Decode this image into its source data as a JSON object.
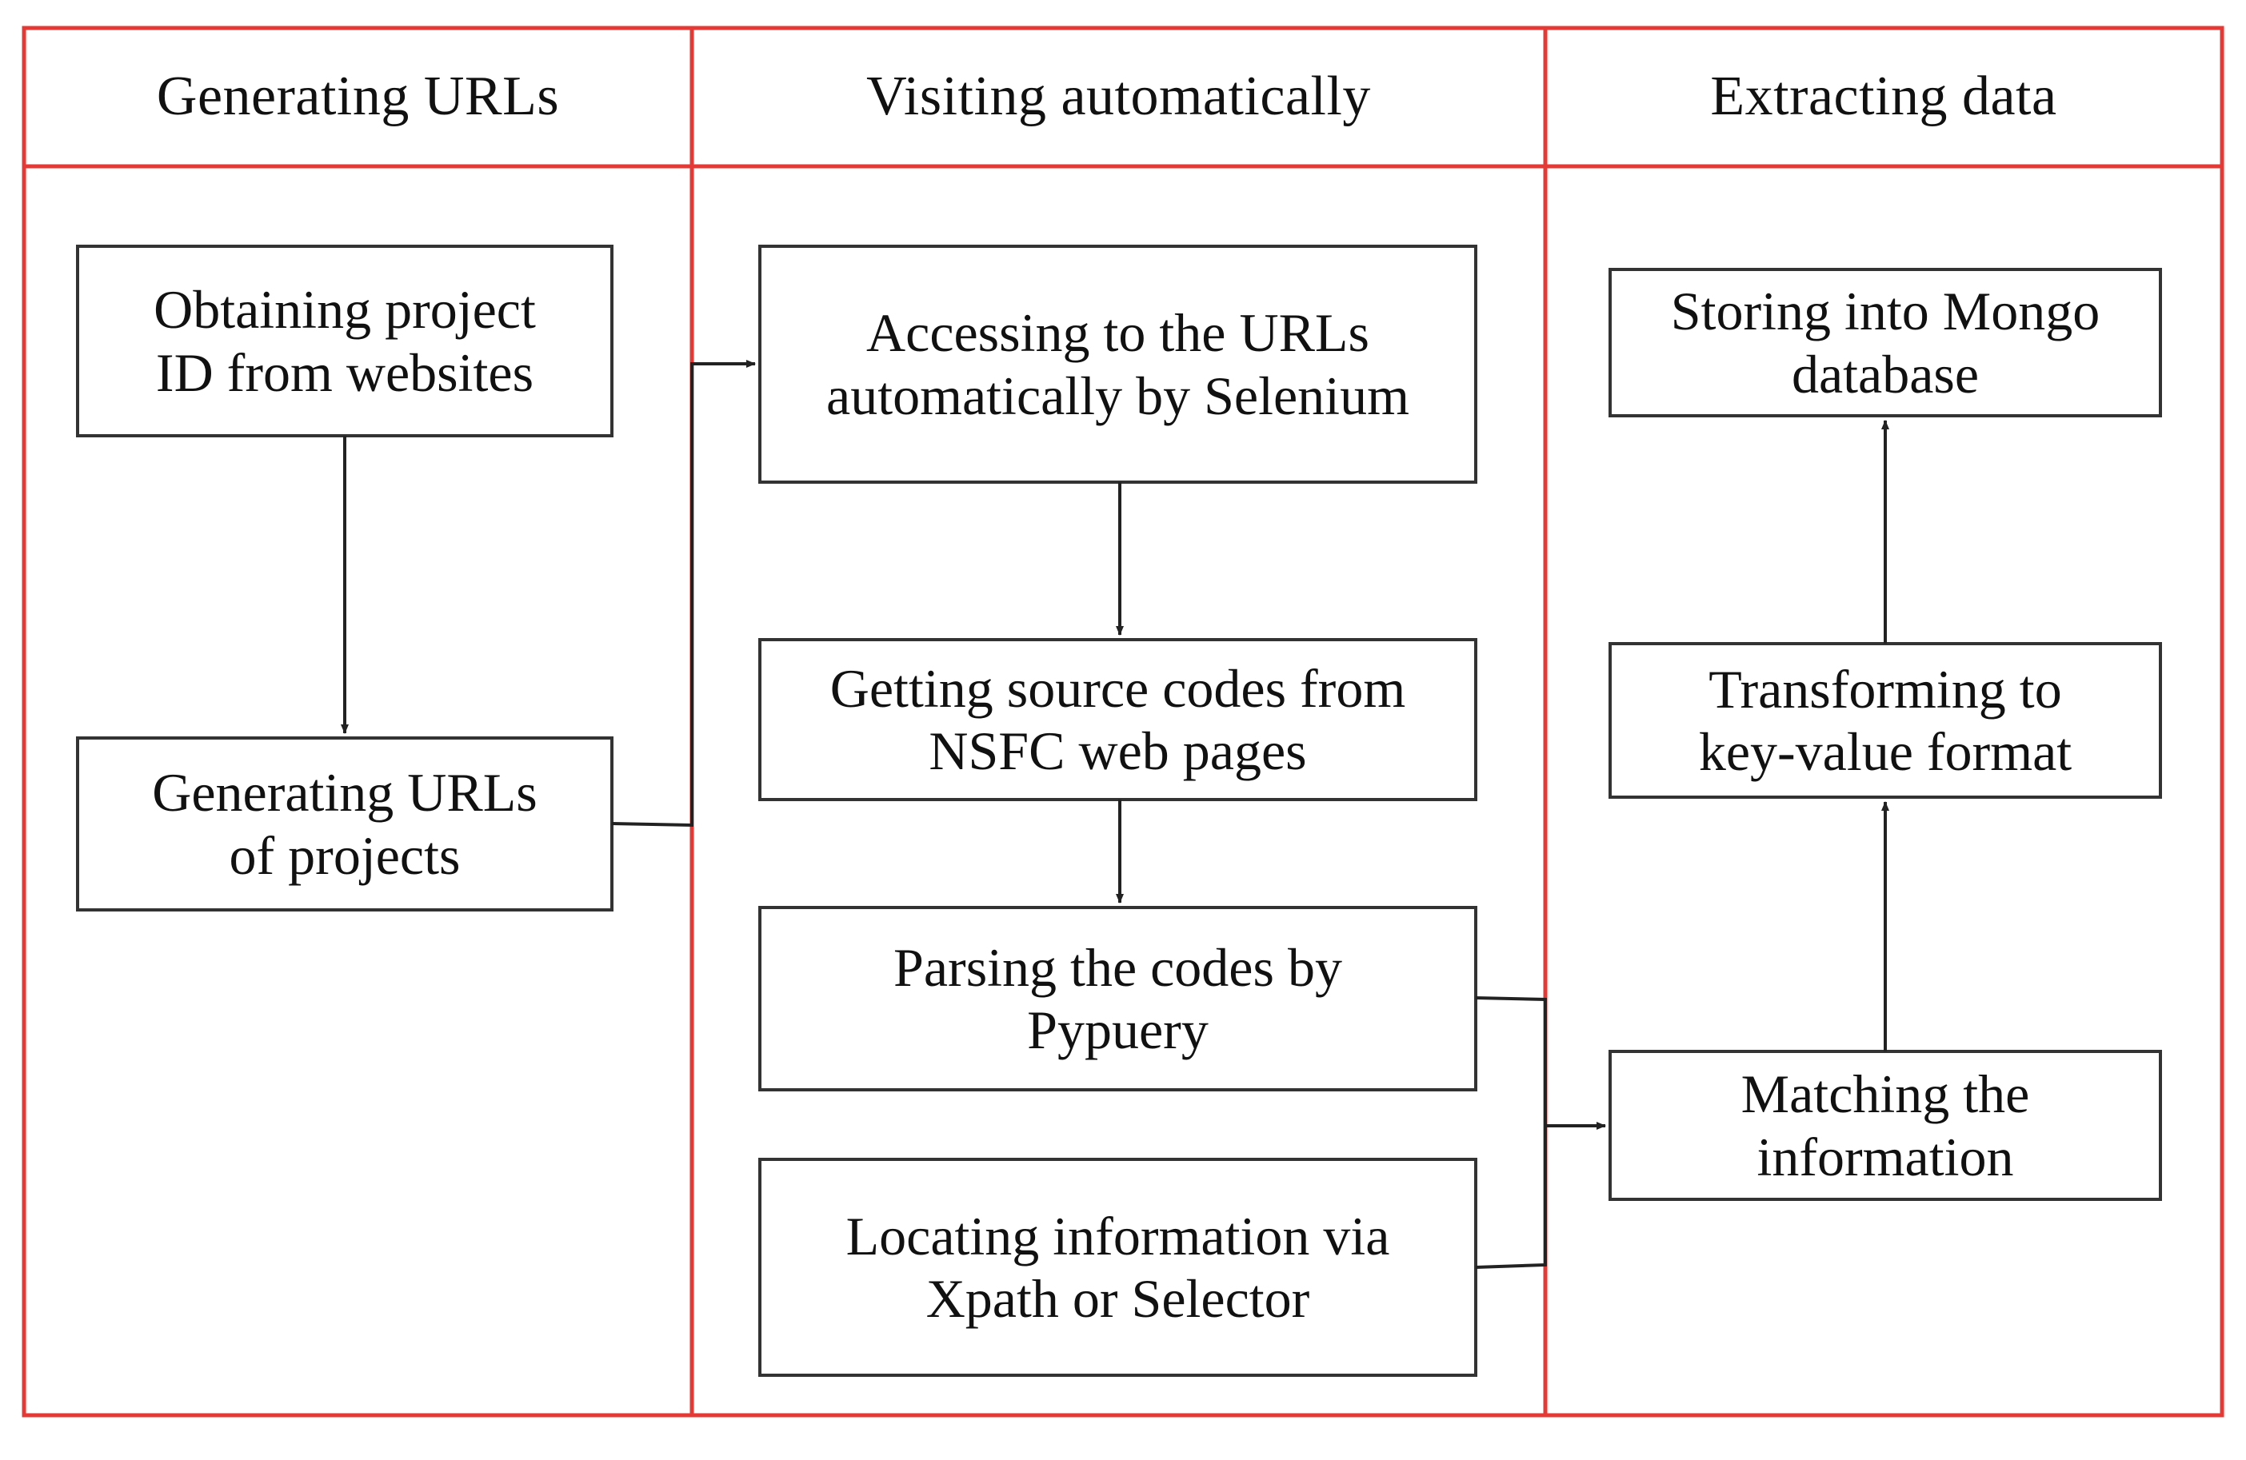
{
  "diagram": {
    "lanes": [
      {
        "id": "lane-generating-urls",
        "title": "Generating URLs"
      },
      {
        "id": "lane-visiting-automatically",
        "title": "Visiting automatically"
      },
      {
        "id": "lane-extracting-data",
        "title": "Extracting data"
      }
    ],
    "nodes": [
      {
        "id": "node-obtaining-project-id",
        "label": "Obtaining project\nID from websites"
      },
      {
        "id": "node-generating-urls-of-projects",
        "label": "Generating URLs\nof projects"
      },
      {
        "id": "node-accessing-urls",
        "label": "Accessing to the URLs\nautomatically by Selenium"
      },
      {
        "id": "node-getting-source-codes",
        "label": "Getting source codes from\nNSFC web pages"
      },
      {
        "id": "node-parsing-codes",
        "label": "Parsing the codes by\nPypuery"
      },
      {
        "id": "node-locating-information",
        "label": "Locating information via\nXpath or Selector"
      },
      {
        "id": "node-matching-information",
        "label": "Matching the\ninformation"
      },
      {
        "id": "node-transforming-key-value",
        "label": "Transforming to\nkey-value format"
      },
      {
        "id": "node-storing-mongo",
        "label": "Storing into Mongo\ndatabase"
      }
    ],
    "edges": [
      {
        "from": "node-obtaining-project-id",
        "to": "node-generating-urls-of-projects"
      },
      {
        "from": "node-generating-urls-of-projects",
        "to": "node-accessing-urls"
      },
      {
        "from": "node-accessing-urls",
        "to": "node-getting-source-codes"
      },
      {
        "from": "node-getting-source-codes",
        "to": "node-parsing-codes"
      },
      {
        "from": "node-parsing-codes",
        "to": "node-matching-information"
      },
      {
        "from": "node-locating-information",
        "to": "node-matching-information"
      },
      {
        "from": "node-matching-information",
        "to": "node-transforming-key-value"
      },
      {
        "from": "node-transforming-key-value",
        "to": "node-storing-mongo"
      }
    ],
    "colors": {
      "lane_border": "#e53935",
      "node_border": "#333333",
      "connector": "#222222",
      "text": "#111111",
      "background": "#ffffff"
    }
  }
}
